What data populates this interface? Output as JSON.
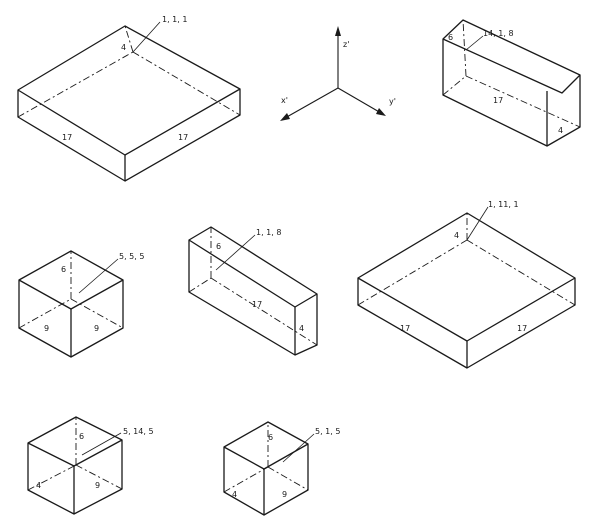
{
  "axes": {
    "z": "z'",
    "x": "x'",
    "y": "y'"
  },
  "boxes": [
    {
      "id": "box-a",
      "callout": "1, 1, 1",
      "labels": [
        "4",
        "17",
        "17"
      ]
    },
    {
      "id": "box-b",
      "callout": "14, 1, 8",
      "labels": [
        "6",
        "17",
        "4"
      ]
    },
    {
      "id": "box-c",
      "callout": "5, 5, 5",
      "labels": [
        "6",
        "9",
        "9"
      ]
    },
    {
      "id": "box-d",
      "callout": "1, 1, 8",
      "labels": [
        "6",
        "17",
        "4"
      ]
    },
    {
      "id": "box-e",
      "callout": "1, 11, 1",
      "labels": [
        "4",
        "17",
        "17"
      ]
    },
    {
      "id": "box-f",
      "callout": "5, 14, 5",
      "labels": [
        "6",
        "4",
        "9"
      ]
    },
    {
      "id": "box-g",
      "callout": "5, 1, 5",
      "labels": [
        "6",
        "4",
        "9"
      ]
    }
  ]
}
